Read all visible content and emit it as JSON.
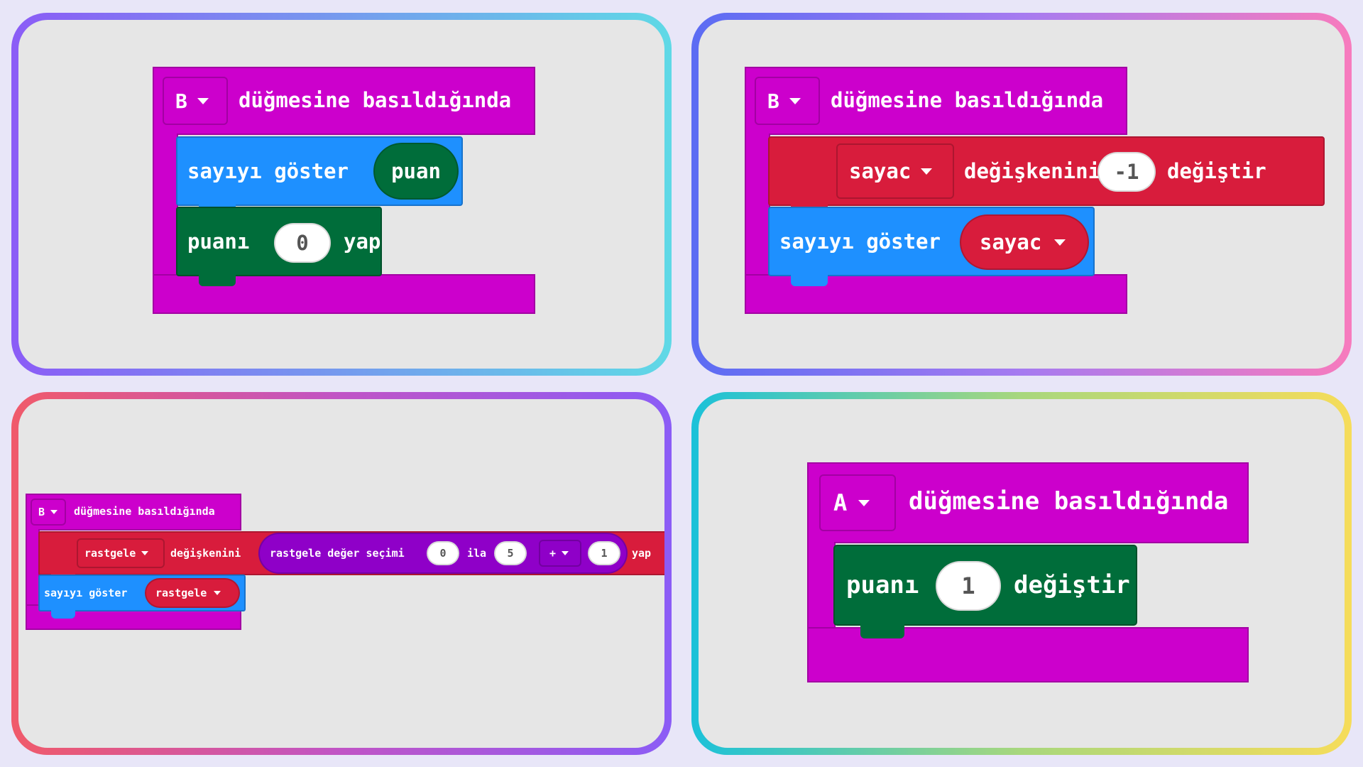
{
  "colors": {
    "events": "#cc00cc",
    "basic": "#1e90ff",
    "variables_green": "#006d3a",
    "variables_red": "#d81c3c",
    "math": "#8f00c8",
    "panel_bg": "#e6e6e6",
    "page_bg": "#e8e6f8"
  },
  "panels": [
    {
      "event": {
        "button": "B",
        "label": "düğmesine basıldığında"
      },
      "blocks": {
        "show_number": {
          "label": "sayıyı göster",
          "variable": "puan"
        },
        "set_var": {
          "label": "puanı",
          "value": "0",
          "suffix": "yap"
        }
      }
    },
    {
      "event": {
        "button": "B",
        "label": "düğmesine basıldığında"
      },
      "blocks": {
        "change_var": {
          "variable": "sayac",
          "label": "değişkenini",
          "value": "-1",
          "suffix": "değiştir"
        },
        "show_number": {
          "label": "sayıyı göster",
          "variable": "sayac"
        }
      }
    },
    {
      "event": {
        "button": "B",
        "label": "düğmesine basıldığında"
      },
      "blocks": {
        "set_var": {
          "variable": "rastgele",
          "label": "değişkenini",
          "random_label": "rastgele değer seçimi",
          "from": "0",
          "to_label": "ila",
          "to": "5",
          "operator": "+",
          "operand": "1",
          "suffix": "yap"
        },
        "show_number": {
          "label": "sayıyı göster",
          "variable": "rastgele"
        }
      }
    },
    {
      "event": {
        "button": "A",
        "label": "düğmesine basıldığında"
      },
      "blocks": {
        "change_var": {
          "label": "puanı",
          "value": "1",
          "suffix": "değiştir"
        }
      }
    }
  ]
}
